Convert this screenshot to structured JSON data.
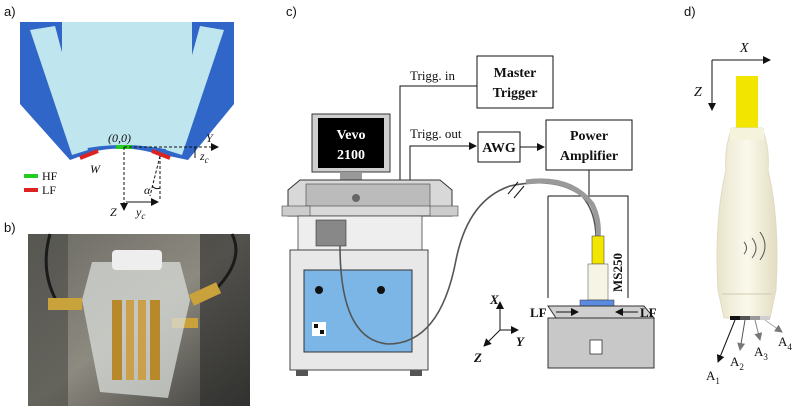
{
  "panels": {
    "a": {
      "label": "a)",
      "origin": "(0,0)",
      "y_axis": "Y",
      "z_axis": "Z",
      "width": "W",
      "zc": "z",
      "zc_sub": "c",
      "yc": "y",
      "yc_sub": "c",
      "alpha": "α",
      "legend": [
        {
          "label": "HF",
          "color": "#22cc22"
        },
        {
          "label": "LF",
          "color": "#dd2222"
        }
      ],
      "colors": {
        "outer": "#2f66c7",
        "inner": "#bfe6ee"
      }
    },
    "b": {
      "label": "b)"
    },
    "c": {
      "label": "c)",
      "trigg_in": "Trigg. in",
      "trigg_out": "Trigg. out",
      "master_trigger_1": "Master",
      "master_trigger_2": "Trigger",
      "awg": "AWG",
      "power_amp_1": "Power",
      "power_amp_2": "Amplifier",
      "vevo_1": "Vevo",
      "vevo_2": "2100",
      "ms250": "MS250",
      "lf_left": "LF",
      "lf_right": "LF",
      "x_axis": "X",
      "y_axis": "Y",
      "z_axis": "Z"
    },
    "d": {
      "label": "d)",
      "x_axis": "X",
      "z_axis": "Z",
      "apertures": [
        {
          "main": "A",
          "sub": "1"
        },
        {
          "main": "A",
          "sub": "2"
        },
        {
          "main": "A",
          "sub": "3"
        },
        {
          "main": "A",
          "sub": "4"
        }
      ],
      "colors": {
        "tip": "#f2e600",
        "body": "#f4f1de"
      }
    }
  }
}
